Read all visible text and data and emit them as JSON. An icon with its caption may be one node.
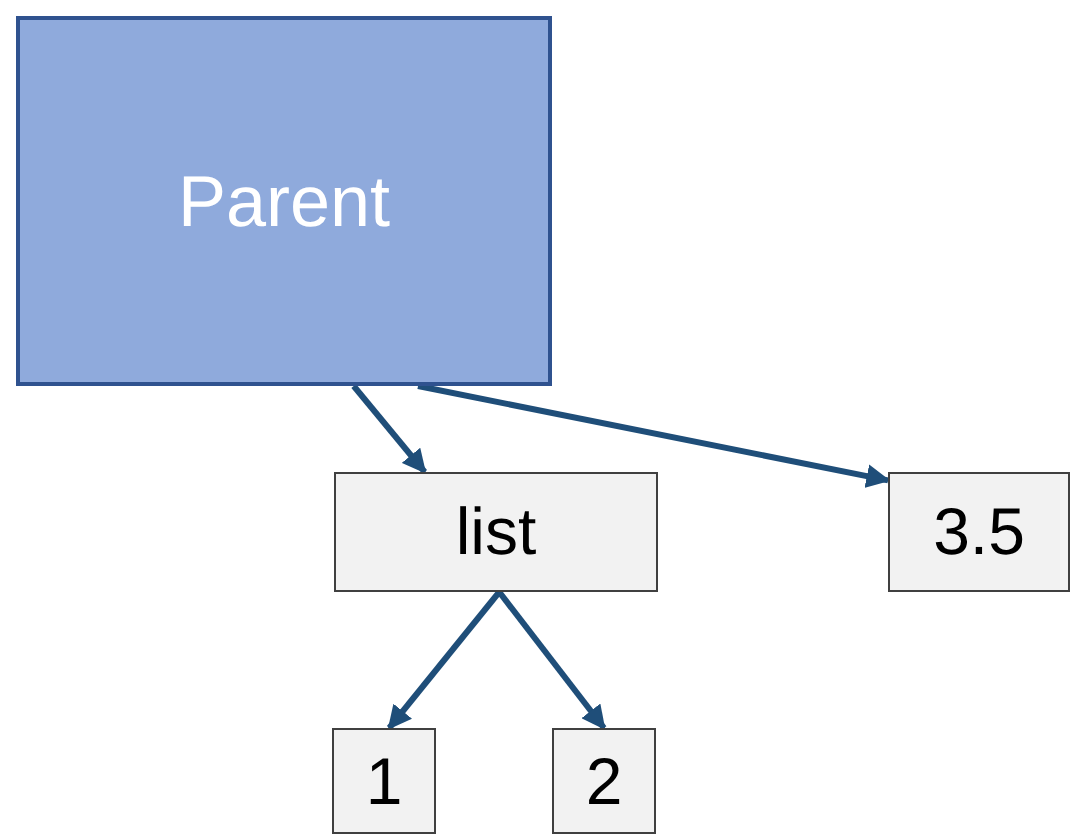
{
  "diagram": {
    "nodes": [
      {
        "text": [
          "Parent"
        ]
      },
      {
        "text": [
          "list"
        ]
      },
      {
        "text": [
          "3.5"
        ]
      },
      {
        "text": [
          "1"
        ]
      },
      {
        "text": [
          "2"
        ]
      }
    ],
    "edges": [
      {
        "from": 0,
        "to": 1,
        "arrow": "to"
      },
      {
        "from": 0,
        "to": 2,
        "arrow": "to"
      },
      {
        "from": 1,
        "to": 3,
        "arrow": "to"
      },
      {
        "from": 1,
        "to": 4,
        "arrow": "to"
      }
    ]
  }
}
